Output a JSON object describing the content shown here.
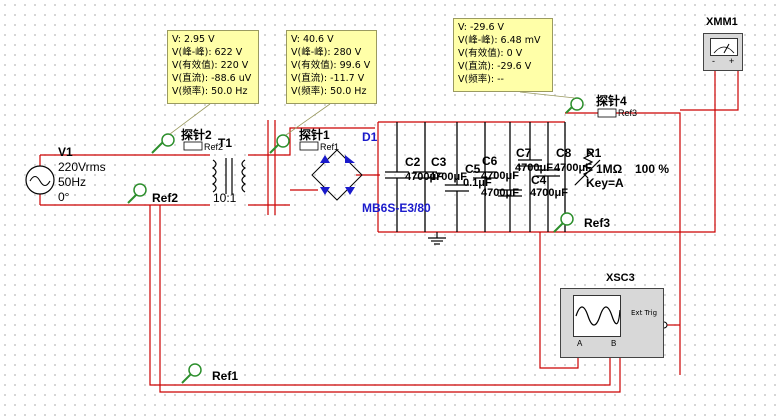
{
  "probes": {
    "probe2": {
      "label": "探针2",
      "ref": "Ref2",
      "readings": [
        "V: 2.95 V",
        "V(峰-峰): 622 V",
        "V(有效值): 220 V",
        "V(直流): -88.6 uV",
        "V(频率): 50.0 Hz"
      ]
    },
    "probe1": {
      "label": "探针1",
      "ref": "Ref1",
      "readings": [
        "V: 40.6 V",
        "V(峰-峰): 280 V",
        "V(有效值): 99.6 V",
        "V(直流): -11.7 V",
        "V(频率): 50.0 Hz"
      ]
    },
    "probe4": {
      "label": "探针4",
      "ref": "Ref3",
      "readings": [
        "V: -29.6 V",
        "V(峰-峰): 6.48 mV",
        "V(有效值): 0 V",
        "V(直流): -29.6 V",
        "V(频率): --"
      ]
    }
  },
  "source": {
    "name": "V1",
    "voltage": "220Vrms",
    "freq": "50Hz",
    "phase": "0°"
  },
  "transformer": {
    "name": "T1",
    "ratio": "10:1"
  },
  "bridge": {
    "name": "D1",
    "part": "MB6S-E3/80"
  },
  "capacitors": {
    "c2": "C2",
    "c3": "C3",
    "c5": "C5",
    "c6": "C6",
    "c7": "C7",
    "c4": "C4",
    "c8": "C8",
    "v1": "4700μF",
    "v2": "4700μF",
    "v3": "0.1μF",
    "v4": "4700μF",
    "v5": "4700μF",
    "v6": "4700μF",
    "v7": "4700μF",
    "v8": "4700μF"
  },
  "resistor": {
    "name": "R1",
    "value": "1MΩ",
    "key": "Key=A",
    "percent": "100 %"
  },
  "refs": {
    "ref2": "Ref2",
    "ref3": "Ref3",
    "ref1": "Ref1"
  },
  "instruments": {
    "xmm1": "XMM1",
    "xsc3": "XSC3",
    "ext_trig": "Ext Trig",
    "ch_a": "A",
    "ch_b": "B",
    "plus": "+",
    "minus": "-"
  },
  "colors": {
    "wire": "#cc0000",
    "probe_box": "#ffffa8",
    "label_blue": "#1a1acc",
    "diode": "#1a1acc"
  }
}
